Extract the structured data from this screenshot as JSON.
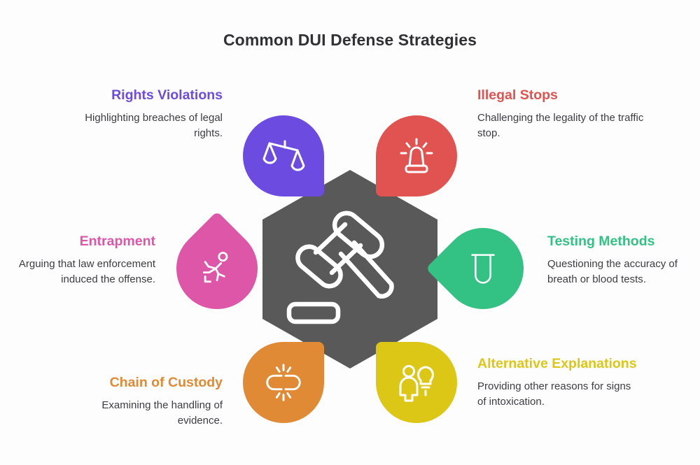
{
  "page": {
    "title": "Common DUI Defense Strategies",
    "background_color": "#fdfdfd",
    "hub_color": "#595959",
    "hub_icon": "gavel-icon",
    "text_color": "#3b3d40"
  },
  "items": [
    {
      "id": "rights-violations",
      "title": "Rights Violations",
      "description": "Highlighting breaches of legal rights.",
      "color": "#6C4CE0",
      "icon": "scales-of-justice-icon",
      "position": "top-left",
      "align": "right"
    },
    {
      "id": "illegal-stops",
      "title": "Illegal Stops",
      "description": "Challenging the legality of the traffic stop.",
      "color": "#E05350",
      "icon": "siren-light-icon",
      "position": "top-right",
      "align": "left"
    },
    {
      "id": "entrapment",
      "title": "Entrapment",
      "description": "Arguing that law enforcement induced the offense.",
      "color": "#DD56A8",
      "icon": "running-person-icon",
      "position": "left",
      "align": "right"
    },
    {
      "id": "testing-methods",
      "title": "Testing Methods",
      "description": "Questioning the accuracy of breath or blood tests.",
      "color": "#34C184",
      "icon": "test-tube-icon",
      "position": "right",
      "align": "left"
    },
    {
      "id": "chain-of-custody",
      "title": "Chain of Custody",
      "description": "Examining the handling of evidence.",
      "color": "#E08A35",
      "icon": "broken-chain-link-icon",
      "position": "bottom-left",
      "align": "right"
    },
    {
      "id": "alternative-explanations",
      "title": "Alternative Explanations",
      "description": "Providing other reasons for signs of intoxication.",
      "color": "#DCC716",
      "icon": "person-lightbulb-icon",
      "position": "bottom-right",
      "align": "left"
    }
  ]
}
